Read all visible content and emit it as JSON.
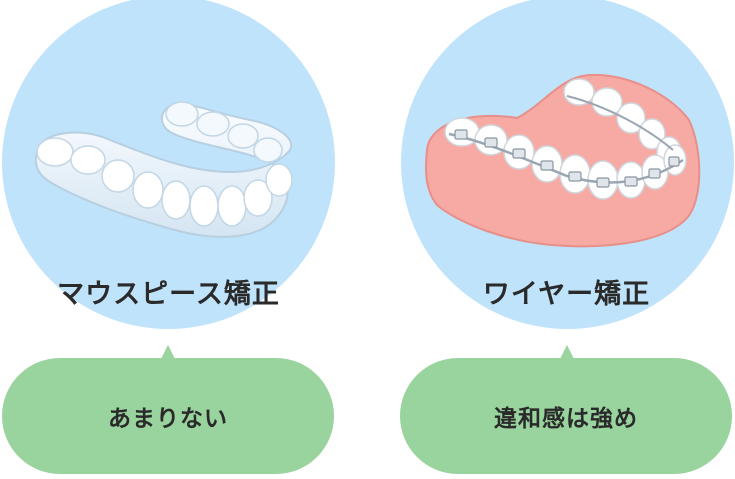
{
  "options": [
    {
      "title": "マウスピース矯正",
      "note": "あまりない"
    },
    {
      "title": "ワイヤー矯正",
      "note": "違和感は強め"
    }
  ],
  "colors": {
    "circle": "#bfe3fb",
    "bubble": "#99d39e",
    "gum": "#f7a9a3",
    "tooth": "#ffffff",
    "aligner": "#e8f3fb",
    "wire": "#9aa6b2"
  }
}
